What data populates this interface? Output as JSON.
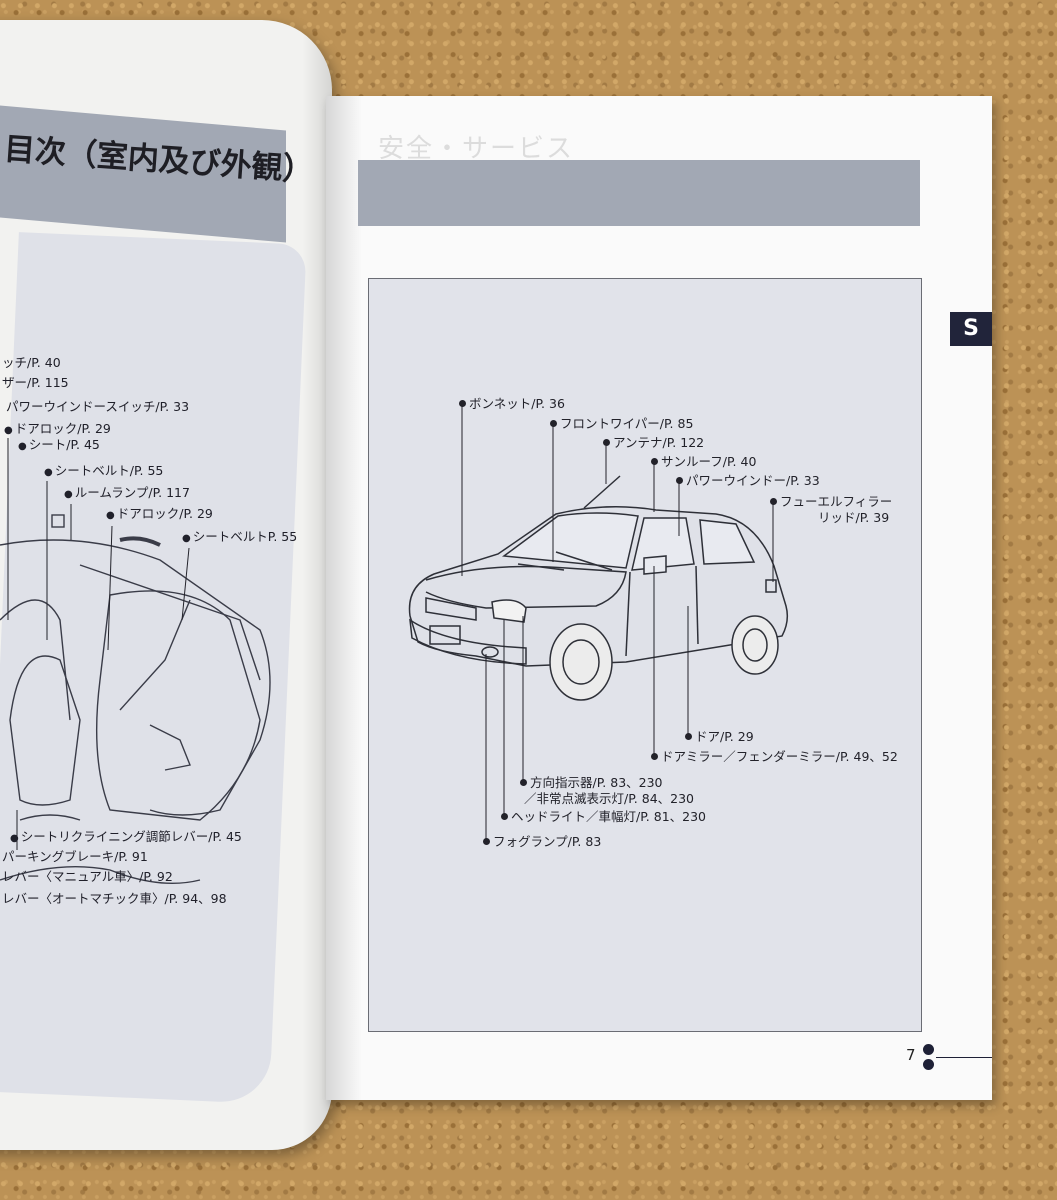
{
  "left_page": {
    "title": "目次（室内及び外観）",
    "labels": [
      "ッチ/P. 40",
      "ザー/P. 115",
      "パワーウインドースイッチ/P. 33",
      "ドアロック/P. 29",
      "シート/P. 45",
      "シートベルト/P. 55",
      "ルームランプ/P. 117",
      "ドアロック/P. 29",
      "シートベルトP. 55",
      "シートリクライニング調節レバー/P. 45",
      "パーキングブレーキ/P. 91",
      "レバー〈マニュアル車〉/P. 92",
      "レバー〈オートマチック車〉/P. 94、98"
    ]
  },
  "right_page": {
    "section_tab": "S",
    "page_number": "7",
    "callouts": [
      "ボンネット/P. 36",
      "フロントワイパー/P. 85",
      "アンテナ/P. 122",
      "サンルーフ/P. 40",
      "パワーウインドー/P. 33",
      "フューエルフィラー",
      "リッド/P. 39",
      "ドア/P. 29",
      "ドアミラー／フェンダーミラー/P. 49、52",
      "方向指示器/P. 83、230",
      "／非常点滅表示灯/P. 84、230",
      "ヘッドライト／車幅灯/P. 81、230",
      "フォグランプ/P. 83"
    ]
  }
}
